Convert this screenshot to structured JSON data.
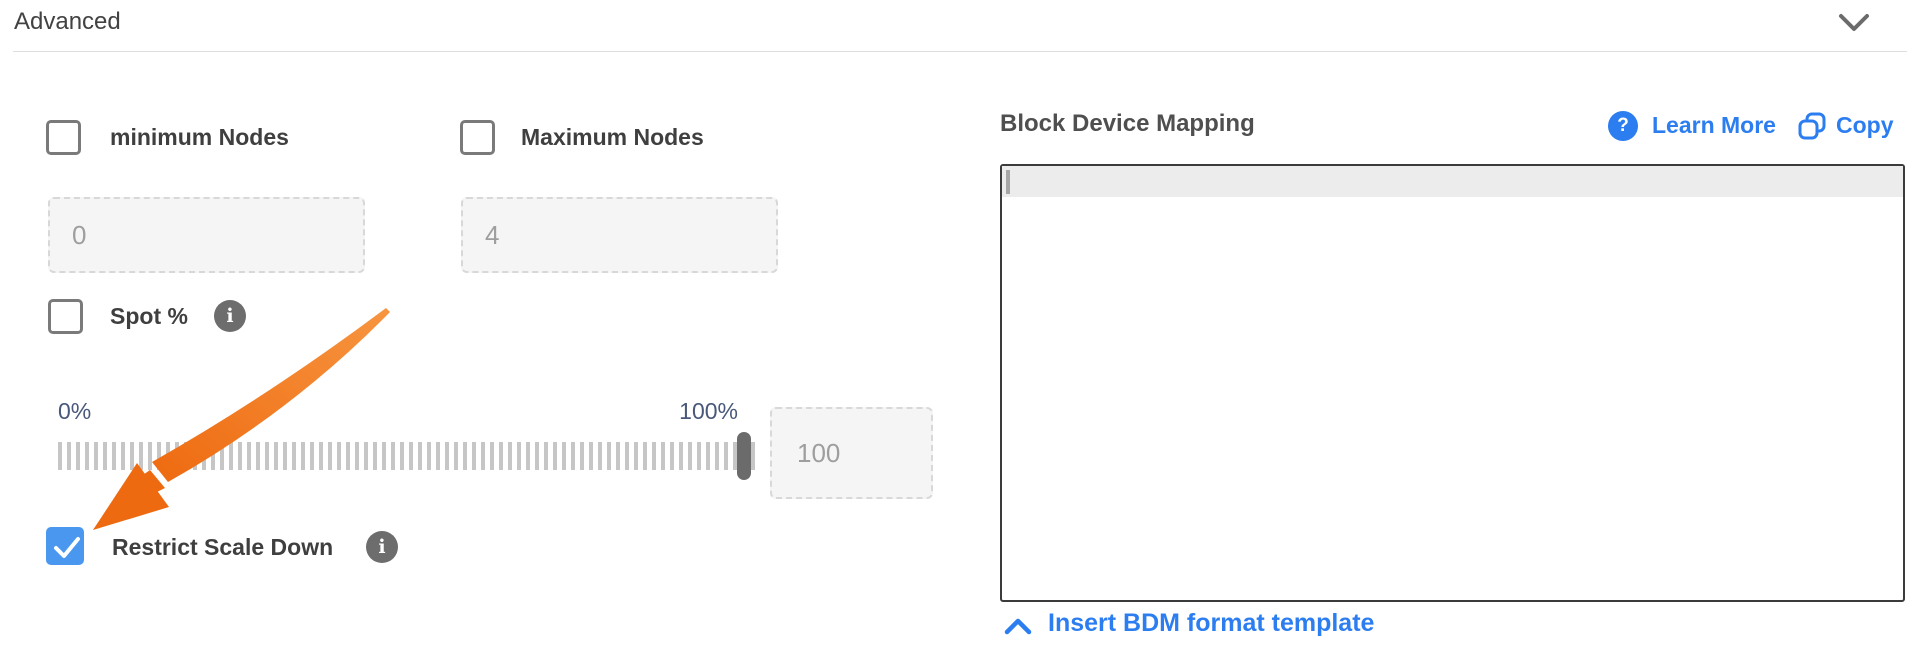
{
  "header": {
    "title": "Advanced"
  },
  "controls": {
    "min_nodes": {
      "label": "minimum Nodes",
      "checked": false,
      "value": "0"
    },
    "max_nodes": {
      "label": "Maximum Nodes",
      "checked": false,
      "value": "4"
    },
    "spot": {
      "label": "Spot %",
      "checked": false
    },
    "slider": {
      "min_label": "0%",
      "max_label": "100%",
      "value": "100",
      "position_percent": 100
    },
    "restrict": {
      "label": "Restrict Scale Down",
      "checked": true
    }
  },
  "bdm": {
    "title": "Block Device Mapping",
    "learn_more_label": "Learn More",
    "copy_label": "Copy",
    "editor_content": "",
    "insert_template_label": "Insert BDM format template"
  },
  "icons": {
    "info_glyph": "i",
    "help_glyph": "?"
  },
  "colors": {
    "link_blue": "#2c7ef0",
    "checkbox_blue": "#4a97f0",
    "annotation_orange": "#f4731f",
    "slider_label": "#49587a",
    "editor_border": "#3b3b3b"
  }
}
